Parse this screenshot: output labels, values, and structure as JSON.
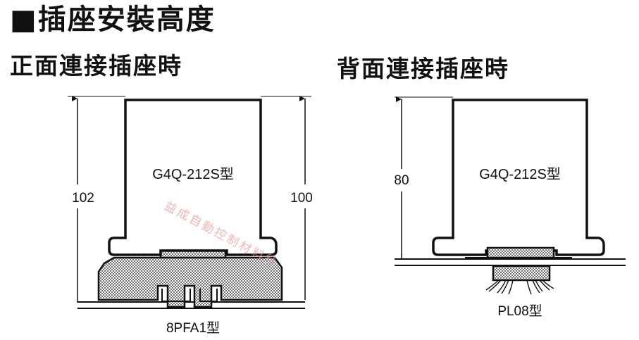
{
  "title": "■插座安裝高度",
  "front": {
    "heading": "正面連接插座時",
    "relay_label": "G4Q-212S型",
    "socket_label": "8PFA1型",
    "dim_left": "102",
    "dim_right": "100"
  },
  "back": {
    "heading": "背面連接插座時",
    "relay_label": "G4Q-212S型",
    "socket_label": "PL08型",
    "dim_left": "80"
  },
  "watermark": "益成自動控制材料行",
  "colors": {
    "line": "#111111",
    "watermark": "#f0a0a0"
  }
}
